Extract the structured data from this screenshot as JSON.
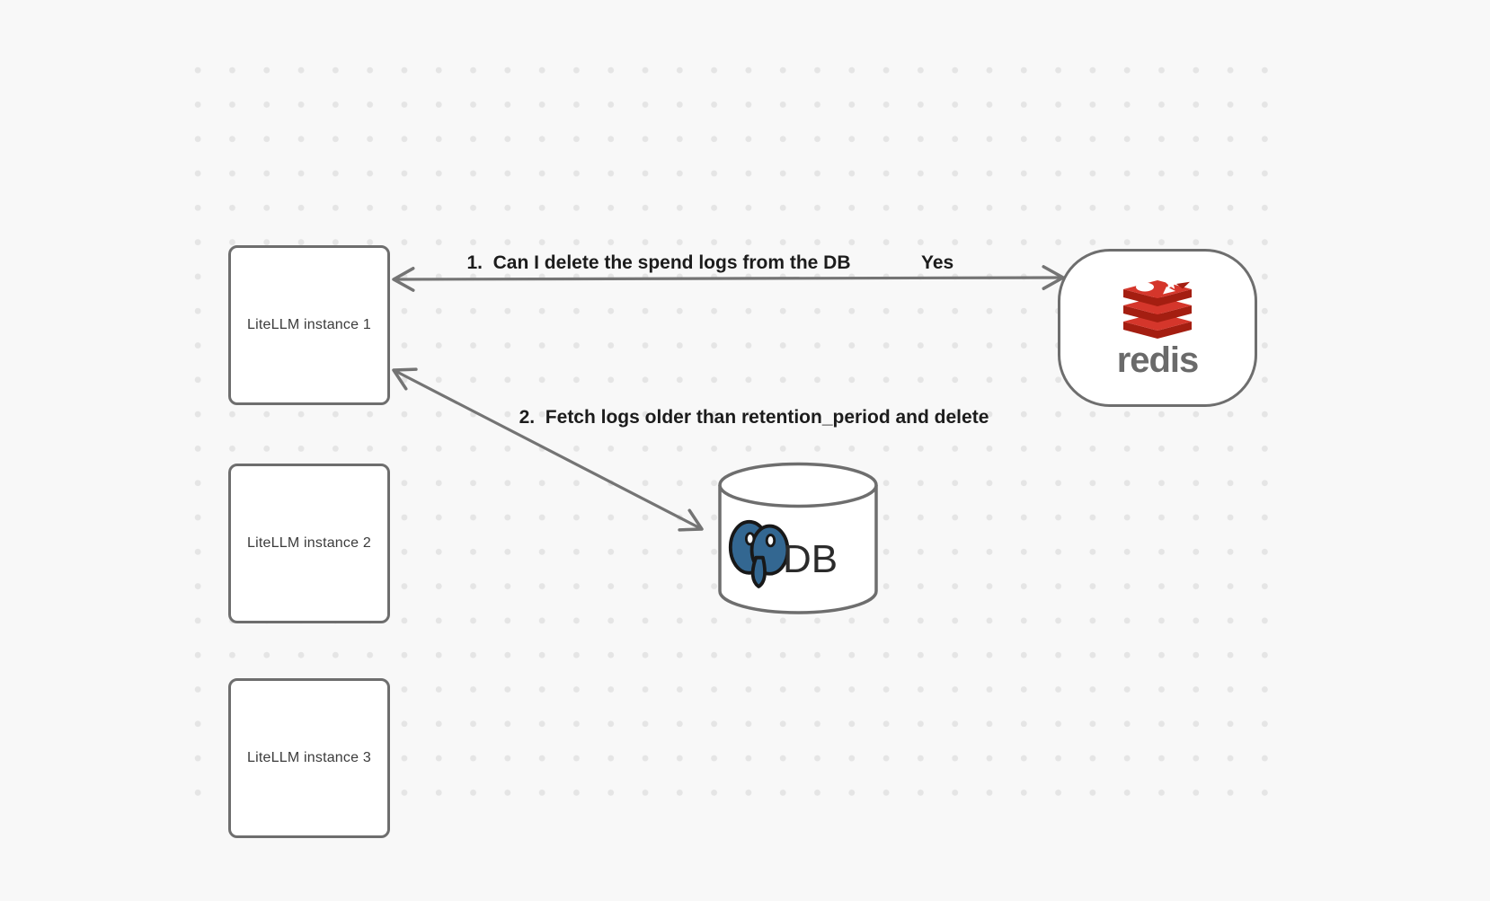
{
  "diagram": {
    "instances": [
      {
        "label": "LiteLLM instance 1"
      },
      {
        "label": "LiteLLM instance 2"
      },
      {
        "label": "LiteLLM instance 3"
      }
    ],
    "redis": {
      "wordmark": "redis",
      "logo": "redis-stack-icon"
    },
    "database": {
      "label": "DB",
      "logo": "postgresql-elephant-icon"
    },
    "edges": [
      {
        "from": "LiteLLM instance 1",
        "to": "redis",
        "label": "1.  Can I delete the spend logs from the DB",
        "response": "Yes",
        "style": "double-headed-arrow"
      },
      {
        "from": "LiteLLM instance 1",
        "to": "DB",
        "label": "2.  Fetch logs older than retention_period and delete",
        "style": "double-headed-arrow"
      }
    ],
    "colors": {
      "background": "#f8f8f8",
      "grid_dot": "#e5e5e5",
      "node_border": "#6e6e6e",
      "arrow": "#747474",
      "node_text": "#3b3b3b",
      "edge_label_text": "#1c1c1c",
      "redis_red": "#d5362b",
      "redis_dark_red": "#a41e11",
      "redis_wordmark": "#6a6a6a",
      "postgres_blue": "#336791",
      "db_text": "#2b2b2b"
    }
  }
}
